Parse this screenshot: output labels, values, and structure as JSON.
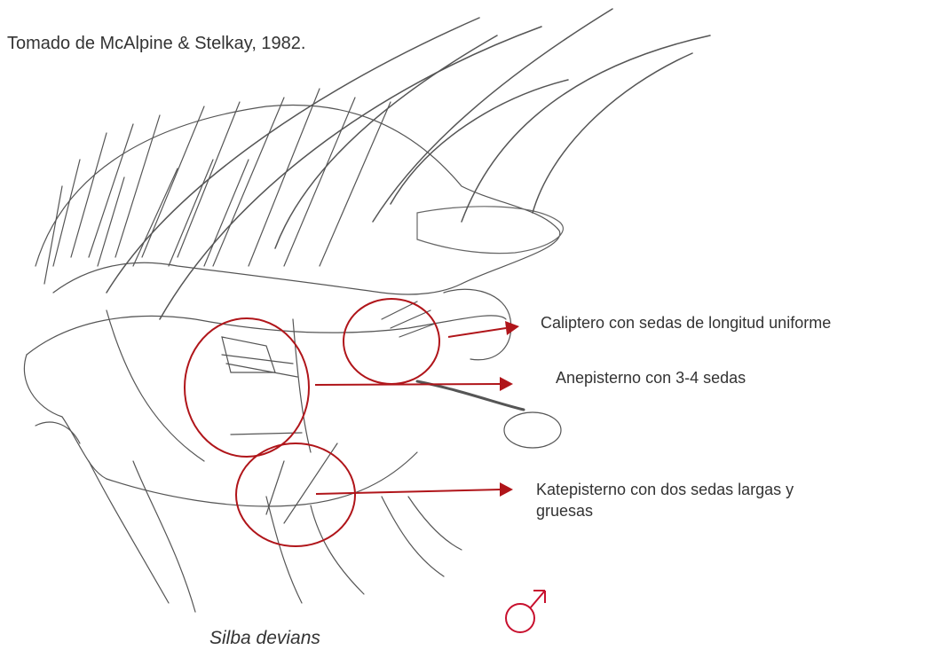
{
  "credit": "Tomado de McAlpine & Stelkay, 1982.",
  "species": "Silba devians",
  "sex_symbol": "♂",
  "accent_color": "#b0151a",
  "callouts": [
    {
      "label": "Caliptero con sedas de longitud uniforme"
    },
    {
      "label": "Anepisterno con 3-4 sedas"
    },
    {
      "label": "Katepisterno con dos sedas largas y gruesas"
    }
  ]
}
